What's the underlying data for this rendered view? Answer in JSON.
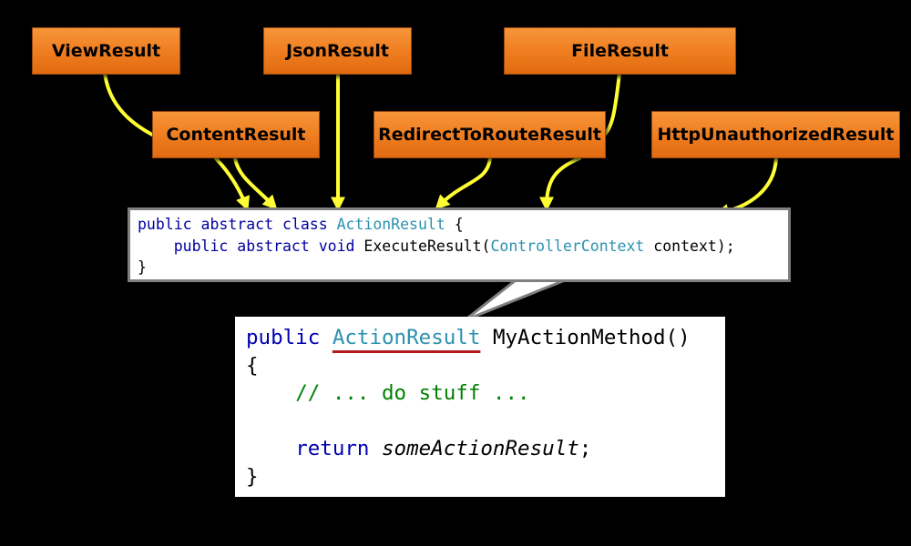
{
  "result_types": {
    "view_result": "ViewResult",
    "json_result": "JsonResult",
    "file_result": "FileResult",
    "content_result": "ContentResult",
    "redirect_to_route_result": "RedirectToRouteResult",
    "http_unauthorized_result": "HttpUnauthorizedResult"
  },
  "base_class_code": {
    "line1": {
      "public": "public",
      "abstract": "abstract",
      "class": "class",
      "type": "ActionResult",
      "rest": " {"
    },
    "line2": {
      "public": "public",
      "abstract": "abstract",
      "void": "void",
      "method": "ExecuteResult(",
      "param_type": "ControllerContext",
      "rest": " context);"
    },
    "line3": "}"
  },
  "method_code": {
    "line1": {
      "public": "public",
      "type": "ActionResult",
      "method": "MyActionMethod()"
    },
    "open_brace": "{",
    "comment": "// ... do stuff ...",
    "return_keyword": "return",
    "return_value": "someActionResult",
    "return_end": ";",
    "close_brace": "}"
  },
  "colors": {
    "background": "#000000",
    "box_orange": "#ef7c1f",
    "connector_yellow": "#ffff33",
    "keyword_blue": "#0000a0",
    "type_teal": "#2b91af",
    "comment_green": "#008000",
    "underline_red": "#b21a1a"
  }
}
